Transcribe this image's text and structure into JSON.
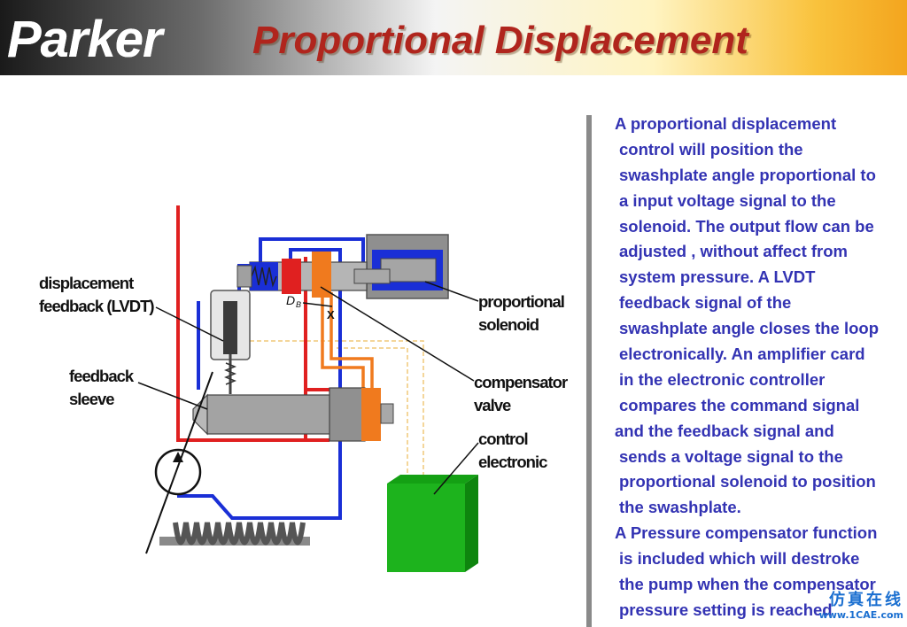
{
  "header": {
    "logo_text": "Parker",
    "title": "Proportional Displacement"
  },
  "description": {
    "lines": [
      {
        "text": "A proportional displacement",
        "indent": false
      },
      {
        "text": "control will position the",
        "indent": true
      },
      {
        "text": "swashplate angle proportional to",
        "indent": true
      },
      {
        "text": "a input voltage signal to the",
        "indent": true
      },
      {
        "text": "solenoid. The output flow can be",
        "indent": true
      },
      {
        "text": "adjusted , without affect from",
        "indent": true
      },
      {
        "text": "system  pressure. A LVDT",
        "indent": true
      },
      {
        "text": "feedback signal of the",
        "indent": true
      },
      {
        "text": "swashplate angle closes the loop",
        "indent": true
      },
      {
        "text": "electronically. An amplifier card",
        "indent": true
      },
      {
        "text": "in the electronic controller",
        "indent": true
      },
      {
        "text": "compares the command signal",
        "indent": true
      },
      {
        "text": "and the feedback signal and",
        "indent": false
      },
      {
        "text": "sends a voltage signal to the",
        "indent": true
      },
      {
        "text": "proportional solenoid to position",
        "indent": true
      },
      {
        "text": "the swashplate.",
        "indent": true
      },
      {
        "text": "A Pressure compensator function",
        "indent": false
      },
      {
        "text": "is included which will destroke",
        "indent": true
      },
      {
        "text": "the pump when the compensator",
        "indent": true
      },
      {
        "text": "pressure setting is reached",
        "indent": true
      }
    ]
  },
  "diagram": {
    "labels": {
      "lvdt_line1": "displacement",
      "lvdt_line2": "feedback (LVDT)",
      "sleeve_line1": "feedback",
      "sleeve_line2": "sleeve",
      "solenoid_line1": "proportional",
      "solenoid_line2": "solenoid",
      "compensator_line1": "compensator",
      "compensator_line2": "valve",
      "control_line1": "control",
      "control_line2": "electronic",
      "db": "D",
      "db_sub": "B",
      "x_mark": "X"
    },
    "colors": {
      "pressure": "#e02020",
      "tank": "#1a2fd6",
      "pilot": "#f07a1e",
      "signal": "#f0c878",
      "control_box": "#1db31d",
      "component": "#9a9a9a"
    }
  },
  "watermark": {
    "cn": "仿真在线",
    "url": "www.1CAE.com"
  }
}
